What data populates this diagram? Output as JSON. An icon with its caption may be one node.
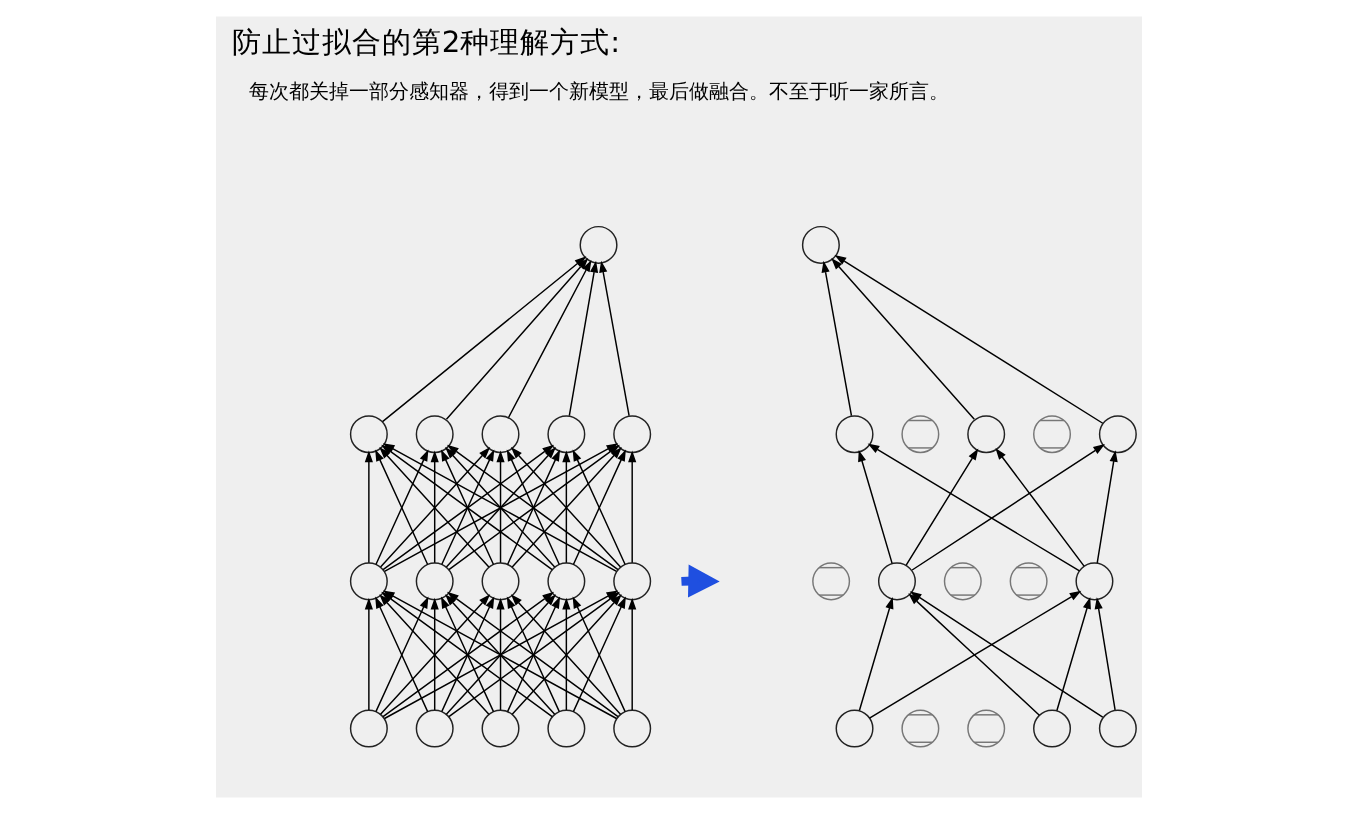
{
  "diagram": {
    "title": "防止过拟合的第2种理解方式:",
    "nodes": [
      {
        "text": [],
        "shape": "circle"
      },
      {
        "text": [],
        "shape": "circle"
      },
      {
        "text": [],
        "shape": "circle"
      },
      {
        "text": [],
        "shape": "circle"
      },
      {
        "text": [],
        "shape": "circle"
      },
      {
        "text": [],
        "shape": "circle"
      },
      {
        "text": [],
        "shape": "circle"
      },
      {
        "text": [],
        "shape": "circle"
      },
      {
        "text": [],
        "shape": "crossed-circle"
      },
      {
        "text": [],
        "shape": "circle"
      },
      {
        "text": [],
        "shape": "crossed-circle"
      },
      {
        "text": [],
        "shape": "circle"
      },
      {
        "text": [],
        "shape": "circle"
      },
      {
        "text": [],
        "shape": "circle"
      },
      {
        "text": [],
        "shape": "circle"
      },
      {
        "text": [],
        "shape": "circle"
      },
      {
        "text": [],
        "shape": "circle"
      },
      {
        "text": [],
        "shape": "crossed-circle"
      },
      {
        "text": [],
        "shape": "circle"
      },
      {
        "text": [],
        "shape": "crossed-circle"
      },
      {
        "text": [],
        "shape": "crossed-circle"
      },
      {
        "text": [],
        "shape": "circle"
      },
      {
        "text": [],
        "shape": "circle"
      },
      {
        "text": [],
        "shape": "circle"
      },
      {
        "text": [],
        "shape": "circle"
      },
      {
        "text": [],
        "shape": "circle"
      },
      {
        "text": [],
        "shape": "circle"
      },
      {
        "text": [],
        "shape": "circle"
      },
      {
        "text": [],
        "shape": "crossed-circle"
      },
      {
        "text": [],
        "shape": "crossed-circle"
      },
      {
        "text": [],
        "shape": "circle"
      },
      {
        "text": [],
        "shape": "circle"
      }
    ],
    "edges": [
      {
        "from": 22,
        "to": 12,
        "arrow": "to"
      },
      {
        "from": 22,
        "to": 13,
        "arrow": "to"
      },
      {
        "from": 22,
        "to": 14,
        "arrow": "to"
      },
      {
        "from": 22,
        "to": 15,
        "arrow": "to"
      },
      {
        "from": 22,
        "to": 16,
        "arrow": "to"
      },
      {
        "from": 23,
        "to": 12,
        "arrow": "to"
      },
      {
        "from": 23,
        "to": 13,
        "arrow": "to"
      },
      {
        "from": 23,
        "to": 14,
        "arrow": "to"
      },
      {
        "from": 23,
        "to": 15,
        "arrow": "to"
      },
      {
        "from": 23,
        "to": 16,
        "arrow": "to"
      },
      {
        "from": 24,
        "to": 12,
        "arrow": "to"
      },
      {
        "from": 24,
        "to": 13,
        "arrow": "to"
      },
      {
        "from": 24,
        "to": 14,
        "arrow": "to"
      },
      {
        "from": 24,
        "to": 15,
        "arrow": "to"
      },
      {
        "from": 24,
        "to": 16,
        "arrow": "to"
      },
      {
        "from": 25,
        "to": 12,
        "arrow": "to"
      },
      {
        "from": 25,
        "to": 13,
        "arrow": "to"
      },
      {
        "from": 25,
        "to": 14,
        "arrow": "to"
      },
      {
        "from": 25,
        "to": 15,
        "arrow": "to"
      },
      {
        "from": 25,
        "to": 16,
        "arrow": "to"
      },
      {
        "from": 26,
        "to": 12,
        "arrow": "to"
      },
      {
        "from": 26,
        "to": 13,
        "arrow": "to"
      },
      {
        "from": 26,
        "to": 14,
        "arrow": "to"
      },
      {
        "from": 26,
        "to": 15,
        "arrow": "to"
      },
      {
        "from": 26,
        "to": 16,
        "arrow": "to"
      },
      {
        "from": 12,
        "to": 2,
        "arrow": "to"
      },
      {
        "from": 12,
        "to": 3,
        "arrow": "to"
      },
      {
        "from": 12,
        "to": 4,
        "arrow": "to"
      },
      {
        "from": 12,
        "to": 5,
        "arrow": "to"
      },
      {
        "from": 12,
        "to": 6,
        "arrow": "to"
      },
      {
        "from": 13,
        "to": 2,
        "arrow": "to"
      },
      {
        "from": 13,
        "to": 3,
        "arrow": "to"
      },
      {
        "from": 13,
        "to": 4,
        "arrow": "to"
      },
      {
        "from": 13,
        "to": 5,
        "arrow": "to"
      },
      {
        "from": 13,
        "to": 6,
        "arrow": "to"
      },
      {
        "from": 14,
        "to": 2,
        "arrow": "to"
      },
      {
        "from": 14,
        "to": 3,
        "arrow": "to"
      },
      {
        "from": 14,
        "to": 4,
        "arrow": "to"
      },
      {
        "from": 14,
        "to": 5,
        "arrow": "to"
      },
      {
        "from": 14,
        "to": 6,
        "arrow": "to"
      },
      {
        "from": 15,
        "to": 2,
        "arrow": "to"
      },
      {
        "from": 15,
        "to": 3,
        "arrow": "to"
      },
      {
        "from": 15,
        "to": 4,
        "arrow": "to"
      },
      {
        "from": 15,
        "to": 5,
        "arrow": "to"
      },
      {
        "from": 15,
        "to": 6,
        "arrow": "to"
      },
      {
        "from": 16,
        "to": 2,
        "arrow": "to"
      },
      {
        "from": 16,
        "to": 3,
        "arrow": "to"
      },
      {
        "from": 16,
        "to": 4,
        "arrow": "to"
      },
      {
        "from": 16,
        "to": 5,
        "arrow": "to"
      },
      {
        "from": 16,
        "to": 6,
        "arrow": "to"
      },
      {
        "from": 2,
        "to": 0,
        "arrow": "to"
      },
      {
        "from": 3,
        "to": 0,
        "arrow": "to"
      },
      {
        "from": 4,
        "to": 0,
        "arrow": "to"
      },
      {
        "from": 5,
        "to": 0,
        "arrow": "to"
      },
      {
        "from": 6,
        "to": 0,
        "arrow": "to"
      },
      {
        "from": 27,
        "to": 18,
        "arrow": "to"
      },
      {
        "from": 27,
        "to": 21,
        "arrow": "to"
      },
      {
        "from": 30,
        "to": 18,
        "arrow": "to"
      },
      {
        "from": 30,
        "to": 21,
        "arrow": "to"
      },
      {
        "from": 31,
        "to": 18,
        "arrow": "to"
      },
      {
        "from": 31,
        "to": 21,
        "arrow": "to"
      },
      {
        "from": 18,
        "to": 7,
        "arrow": "to"
      },
      {
        "from": 18,
        "to": 9,
        "arrow": "to"
      },
      {
        "from": 18,
        "to": 11,
        "arrow": "to"
      },
      {
        "from": 21,
        "to": 7,
        "arrow": "to"
      },
      {
        "from": 21,
        "to": 9,
        "arrow": "to"
      },
      {
        "from": 21,
        "to": 11,
        "arrow": "to"
      },
      {
        "from": 7,
        "to": 1,
        "arrow": "to"
      },
      {
        "from": 9,
        "to": 1,
        "arrow": "to"
      },
      {
        "from": 11,
        "to": 1,
        "arrow": "to"
      }
    ],
    "labels": [
      "每次都关掉一部分感知器，得到一个新模型，最后做融合。不至于听一家所言。"
    ]
  }
}
